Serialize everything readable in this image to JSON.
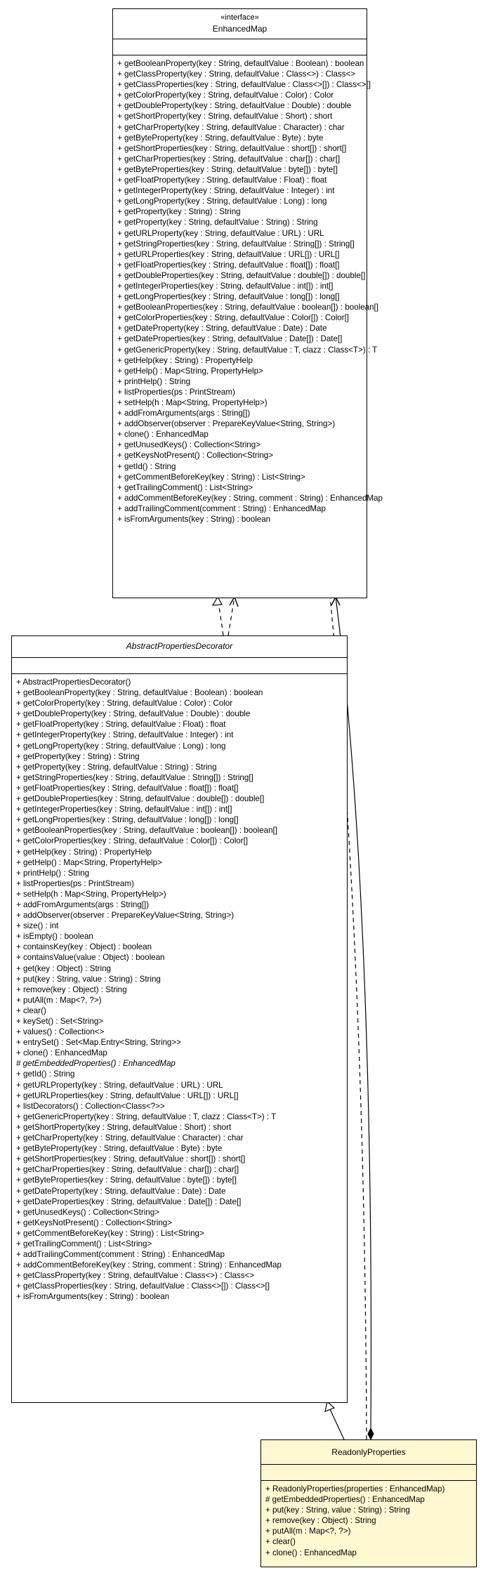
{
  "enhanced_map": {
    "stereotype": "«interface»",
    "name": "EnhancedMap",
    "operations": [
      "+ getBooleanProperty(key : String, defaultValue : Boolean) : boolean",
      "+ getClassProperty(key : String, defaultValue : Class<>) : Class<>",
      "+ getClassProperties(key : String, defaultValue : Class<>[]) : Class<>[]",
      "+ getColorProperty(key : String, defaultValue : Color) : Color",
      "+ getDoubleProperty(key : String, defaultValue : Double) : double",
      "+ getShortProperty(key : String, defaultValue : Short) : short",
      "+ getCharProperty(key : String, defaultValue : Character) : char",
      "+ getByteProperty(key : String, defaultValue : Byte) : byte",
      "+ getShortProperties(key : String, defaultValue : short[]) : short[]",
      "+ getCharProperties(key : String, defaultValue : char[]) : char[]",
      "+ getByteProperties(key : String, defaultValue : byte[]) : byte[]",
      "+ getFloatProperty(key : String, defaultValue : Float) : float",
      "+ getIntegerProperty(key : String, defaultValue : Integer) : int",
      "+ getLongProperty(key : String, defaultValue : Long) : long",
      "+ getProperty(key : String) : String",
      "+ getProperty(key : String, defaultValue : String) : String",
      "+ getURLProperty(key : String, defaultValue : URL) : URL",
      "+ getStringProperties(key : String, defaultValue : String[]) : String[]",
      "+ getURLProperties(key : String, defaultValue : URL[]) : URL[]",
      "+ getFloatProperties(key : String, defaultValue : float[]) : float[]",
      "+ getDoubleProperties(key : String, defaultValue : double[]) : double[]",
      "+ getIntegerProperties(key : String, defaultValue : int[]) : int[]",
      "+ getLongProperties(key : String, defaultValue : long[]) : long[]",
      "+ getBooleanProperties(key : String, defaultValue : boolean[]) : boolean[]",
      "+ getColorProperties(key : String, defaultValue : Color[]) : Color[]",
      "+ getDateProperty(key : String, defaultValue : Date) : Date",
      "+ getDateProperties(key : String, defaultValue : Date[]) : Date[]",
      "+ getGenericProperty(key : String, defaultValue : T, clazz : Class<T>) : T",
      "+ getHelp(key : String) : PropertyHelp",
      "+ getHelp() : Map<String, PropertyHelp>",
      "+ printHelp() : String",
      "+ listProperties(ps : PrintStream)",
      "+ setHelp(h : Map<String, PropertyHelp>)",
      "+ addFromArguments(args : String[])",
      "+ addObserver(observer : PrepareKeyValue<String, String>)",
      "+ clone() : EnhancedMap",
      "+ getUnusedKeys() : Collection<String>",
      "+ getKeysNotPresent() : Collection<String>",
      "+ getId() : String",
      "+ getCommentBeforeKey(key : String) : List<String>",
      "+ getTrailingComment() : List<String>",
      "+ addCommentBeforeKey(key : String, comment : String) : EnhancedMap",
      "+ addTrailingComment(comment : String) : EnhancedMap",
      "+ isFromArguments(key : String) : boolean"
    ]
  },
  "abstract_decorator": {
    "name": "AbstractPropertiesDecorator",
    "operations": [
      "+ AbstractPropertiesDecorator()",
      "+ getBooleanProperty(key : String, defaultValue : Boolean) : boolean",
      "+ getColorProperty(key : String, defaultValue : Color) : Color",
      "+ getDoubleProperty(key : String, defaultValue : Double) : double",
      "+ getFloatProperty(key : String, defaultValue : Float) : float",
      "+ getIntegerProperty(key : String, defaultValue : Integer) : int",
      "+ getLongProperty(key : String, defaultValue : Long) : long",
      "+ getProperty(key : String) : String",
      "+ getProperty(key : String, defaultValue : String) : String",
      "+ getStringProperties(key : String, defaultValue : String[]) : String[]",
      "+ getFloatProperties(key : String, defaultValue : float[]) : float[]",
      "+ getDoubleProperties(key : String, defaultValue : double[]) : double[]",
      "+ getIntegerProperties(key : String, defaultValue : int[]) : int[]",
      "+ getLongProperties(key : String, defaultValue : long[]) : long[]",
      "+ getBooleanProperties(key : String, defaultValue : boolean[]) : boolean[]",
      "+ getColorProperties(key : String, defaultValue : Color[]) : Color[]",
      "+ getHelp(key : String) : PropertyHelp",
      "+ getHelp() : Map<String, PropertyHelp>",
      "+ printHelp() : String",
      "+ listProperties(ps : PrintStream)",
      "+ setHelp(h : Map<String, PropertyHelp>)",
      "+ addFromArguments(args : String[])",
      "+ addObserver(observer : PrepareKeyValue<String, String>)",
      "+ size() : int",
      "+ isEmpty() : boolean",
      "+ containsKey(key : Object) : boolean",
      "+ containsValue(value : Object) : boolean",
      "+ get(key : Object) : String",
      "+ put(key : String, value : String) : String",
      "+ remove(key : Object) : String",
      "+ putAll(m : Map<?, ?>)",
      "+ clear()",
      "+ keySet() : Set<String>",
      "+ values() : Collection<>",
      "+ entrySet() : Set<Map.Entry<String, String>>",
      "+ clone() : EnhancedMap",
      "# getEmbeddedProperties() : EnhancedMap",
      "+ getId() : String",
      "+ getURLProperty(key : String, defaultValue : URL) : URL",
      "+ getURLProperties(key : String, defaultValue : URL[]) : URL[]",
      "+ listDecorators() : Collection<Class<?>>",
      "+ getGenericProperty(key : String, defaultValue : T, clazz : Class<T>) : T",
      "+ getShortProperty(key : String, defaultValue : Short) : short",
      "+ getCharProperty(key : String, defaultValue : Character) : char",
      "+ getByteProperty(key : String, defaultValue : Byte) : byte",
      "+ getShortProperties(key : String, defaultValue : short[]) : short[]",
      "+ getCharProperties(key : String, defaultValue : char[]) : char[]",
      "+ getByteProperties(key : String, defaultValue : byte[]) : byte[]",
      "+ getDateProperty(key : String, defaultValue : Date) : Date",
      "+ getDateProperties(key : String, defaultValue : Date[]) : Date[]",
      "+ getUnusedKeys() : Collection<String>",
      "+ getKeysNotPresent() : Collection<String>",
      "+ getCommentBeforeKey(key : String) : List<String>",
      "+ getTrailingComment() : List<String>",
      "+ addTrailingComment(comment : String) : EnhancedMap",
      "+ addCommentBeforeKey(key : String, comment : String) : EnhancedMap",
      "+ getClassProperty(key : String, defaultValue : Class<>) : Class<>",
      "+ getClassProperties(key : String, defaultValue : Class<>[]) : Class<>[]",
      "+ isFromArguments(key : String) : boolean"
    ],
    "abstract_operations": [
      "# getEmbeddedProperties() : EnhancedMap"
    ]
  },
  "readonly_properties": {
    "name": "ReadonlyProperties",
    "fill_color": "#fff8d0",
    "operations": [
      "+ ReadonlyProperties(properties : EnhancedMap)",
      "# getEmbeddedProperties() : EnhancedMap",
      "+ put(key : String, value : String) : String",
      "+ remove(key : Object) : String",
      "+ putAll(m : Map<?, ?>)",
      "+ clear()",
      "+ clone() : EnhancedMap"
    ]
  }
}
